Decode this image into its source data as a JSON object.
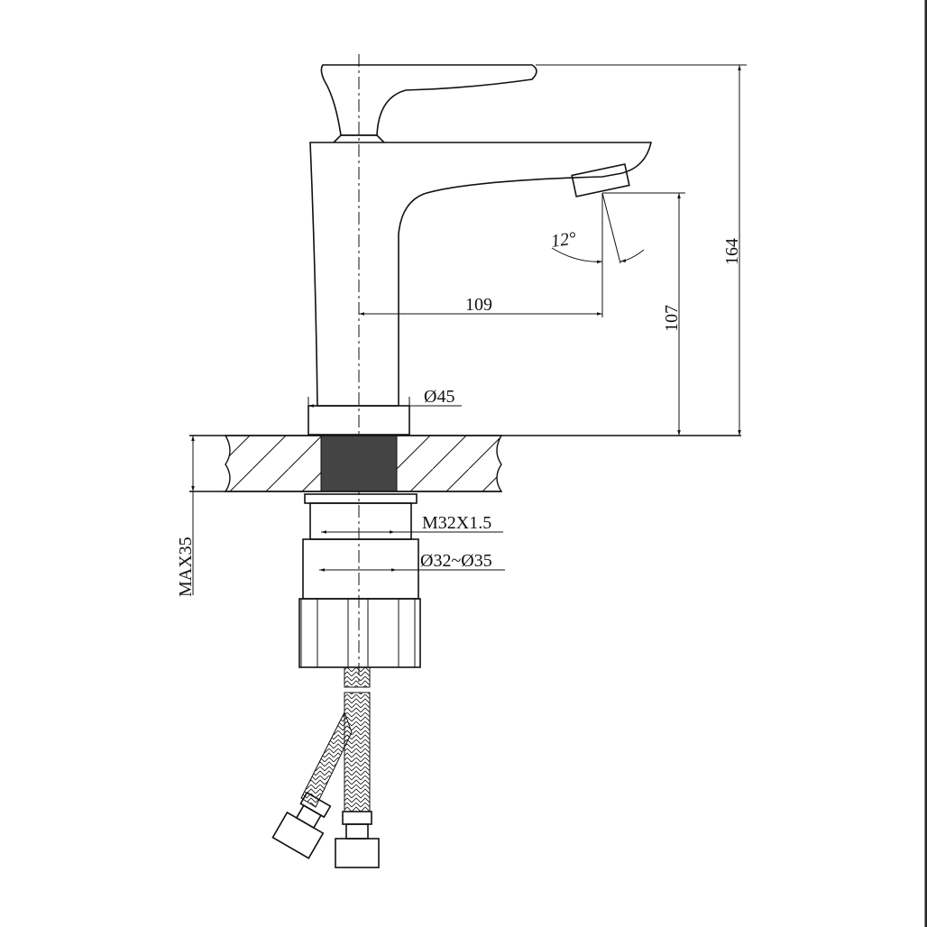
{
  "drawing": {
    "subject": "Basin faucet technical drawing",
    "dimensions": {
      "total_height": "164",
      "spout_height": "107",
      "spout_reach": "109",
      "spout_angle": "12°",
      "base_diameter": "Ø45",
      "thread": "M32X1.5",
      "hole_diameter": "Ø32~Ø35",
      "max_counter_thickness": "MAX35"
    },
    "colors": {
      "line": "#111111",
      "background": "#ffffff",
      "frame": "#2a2a2a"
    }
  }
}
